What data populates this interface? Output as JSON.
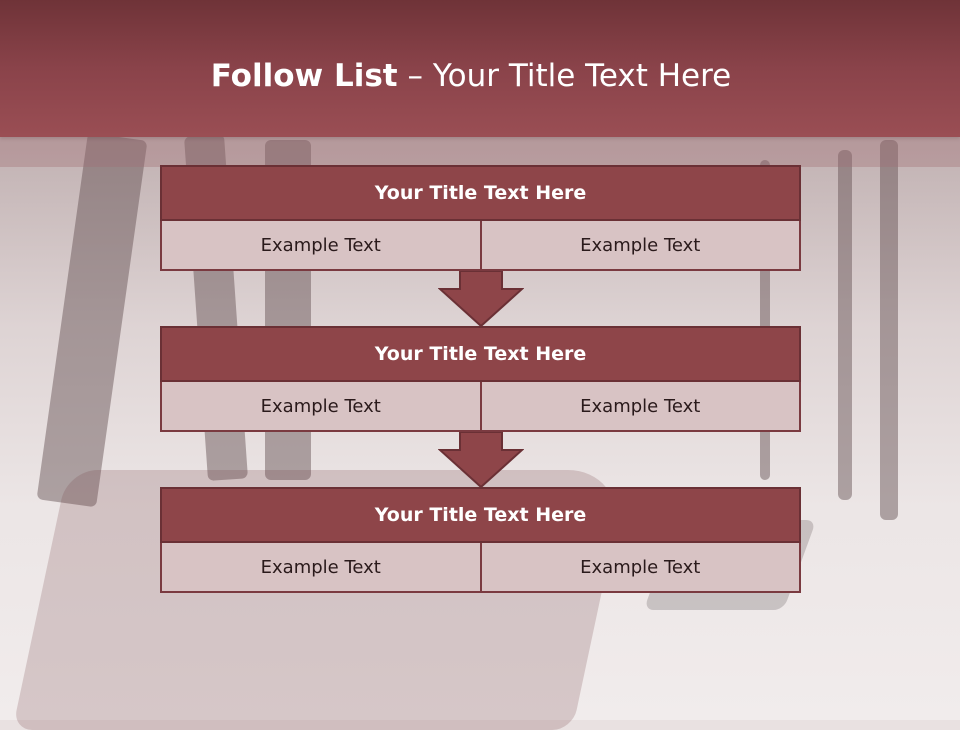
{
  "header": {
    "title_bold": "Follow List",
    "title_rest": " – Your Title Text Here"
  },
  "blocks": [
    {
      "title": "Your Title Text Here",
      "left": "Example Text",
      "right": "Example Text"
    },
    {
      "title": "Your Title Text Here",
      "left": "Example Text",
      "right": "Example Text"
    },
    {
      "title": "Your Title Text Here",
      "left": "Example Text",
      "right": "Example Text"
    }
  ],
  "colors": {
    "header": "#8a434a",
    "block_title": "#8e4549",
    "block_cell": "#d8c3c4",
    "border": "#7a3a40"
  }
}
